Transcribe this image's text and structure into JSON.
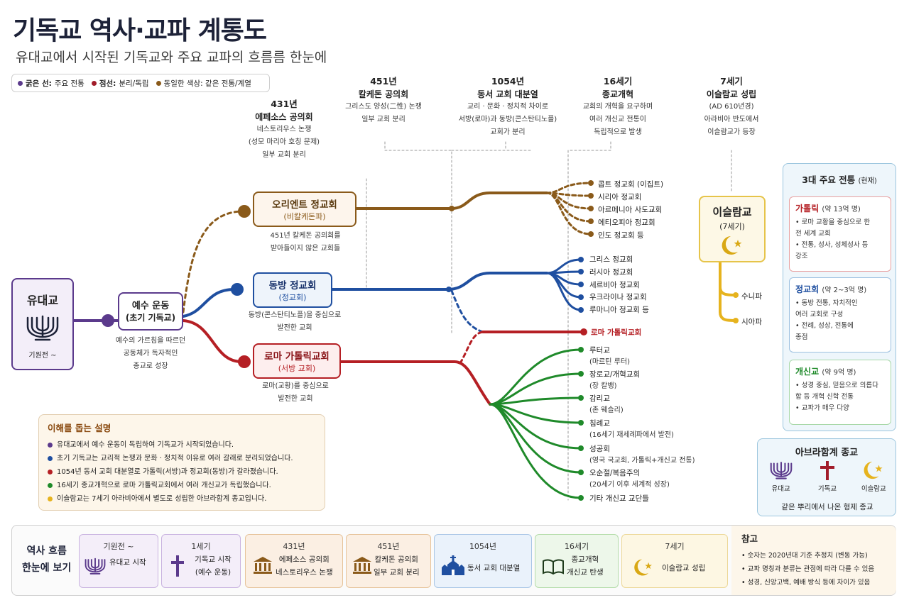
{
  "header": {
    "title": "기독교 역사·교파 계통도",
    "subtitle": "유대교에서 시작된 기독교와 주요 교파의 흐름름 한눈에"
  },
  "legend": [
    {
      "bold": "굵은 선:",
      "text": "주요 전통",
      "color": "#5b3a8c"
    },
    {
      "bold": "점선:",
      "text": "분리/독립",
      "color": "#a11c2a"
    },
    {
      "bold": "",
      "text": "동일한 색상: 같은 전통/계열",
      "color": "#8a5a1a"
    }
  ],
  "events": {
    "e431": {
      "year": "431년",
      "name": "에페소스 공의회",
      "lines": [
        "네스토리우스 논쟁",
        "(성모 마리아 호칭 문제)",
        "일부 교회 분리"
      ]
    },
    "e451": {
      "year": "451년",
      "name": "칼케돈 공의회",
      "lines": [
        "그리스도 양성(二性) 논쟁",
        "일부 교회 분리"
      ]
    },
    "e1054": {
      "year": "1054년",
      "name": "동서 교회 대분열",
      "lines": [
        "교리 · 문화 · 정치적 차이로",
        "서방(로마)과 동방(콘스탄티노플)",
        "교회가 분리"
      ]
    },
    "e16c": {
      "year": "16세기",
      "name": "종교개혁",
      "lines": [
        "교회의 개혁을 요구하며",
        "여러 개신교 전통이",
        "독립적으로 발생"
      ]
    },
    "e7c": {
      "year": "7세기",
      "name": "이슬람교 성립",
      "lines": [
        "(AD 610년경)",
        "아라비아 반도에서",
        "이슬람교가 등장"
      ]
    }
  },
  "nodes": {
    "judaism": {
      "title": "유대교",
      "sub": "기원전 ~"
    },
    "jesus": {
      "title": "예수 운동",
      "sub": "(초기 기독교)",
      "desc": [
        "예수의 가르침을 따르던",
        "공동체가 독자적인",
        "종교로 성장"
      ]
    },
    "oriental": {
      "title": "오리엔트 정교회",
      "sub": "(비칼케돈파)",
      "desc": [
        "451년 칼케돈 공의회를",
        "받아들이지 않은 교회들"
      ]
    },
    "eastern": {
      "title": "동방 정교회",
      "sub": "(정교회)",
      "desc": [
        "동방(콘스탄티노플)을 중심으로",
        "발전한 교회"
      ]
    },
    "catholic": {
      "title": "로마 가톨릭교회",
      "sub": "(서방 교회)",
      "desc": [
        "로마(교황)를 중심으로",
        "발전한 교회"
      ]
    },
    "islam": {
      "title": "이슬람교",
      "sub": "(7세기)"
    }
  },
  "branches": {
    "oriental": [
      "콥트 정교회 (이집트)",
      "시리아 정교회",
      "아르메니아 사도교회",
      "에티오피아 정교회",
      "인도 정교회 등"
    ],
    "eastern": [
      "그리스 정교회",
      "러시아 정교회",
      "세르비아 정교회",
      "우크라이나 정교회",
      "루마니아 정교회 등"
    ],
    "catholic": [
      "로마 가톨릭교회"
    ],
    "protestant": [
      {
        "name": "루터교",
        "sub": "(마르틴 루터)"
      },
      {
        "name": "장로교/개혁교회",
        "sub": "(장 칼뱅)"
      },
      {
        "name": "감리교",
        "sub": "(존 웨슬리)"
      },
      {
        "name": "침례교",
        "sub": "(16세기 재세례파에서 발전)"
      },
      {
        "name": "성공회",
        "sub": "(영국 국교회, 가톨릭+개신교 전통)"
      },
      {
        "name": "오순절/복음주의",
        "sub": "(20세기 이후 세계적 성장)"
      },
      {
        "name": "기타 개신교 교단들",
        "sub": ""
      }
    ],
    "islam": [
      "수니파",
      "시아파"
    ]
  },
  "explain": {
    "heading": "이해를 돕는 설명",
    "lines": [
      {
        "text": "유대교에서 예수 운동이 독립하여 기독교가 시작되었습니다.",
        "color": "#5b3a8c"
      },
      {
        "text": "초기 기독교는 교리적 논쟁과 문화 · 정치적 이유로 여러 갈래로 분리되었습니다.",
        "color": "#1f4fa0"
      },
      {
        "text": "1054년 동서 교회 대분열로 가톨릭(서방)과 정교회(동방)가 갈라졌습니다.",
        "color": "#b51f24"
      },
      {
        "text": "16세기 종교개혁으로 로마 가톨릭교회에서 여러 개신교가 독립했습니다.",
        "color": "#1f8a2a"
      },
      {
        "text": "이슬람교는 7세기 아라비아에서 별도로 성립한 아브라함계 종교입니다.",
        "color": "#e6b31e"
      }
    ]
  },
  "traditions": {
    "title": "3대 주요 전통",
    "title_note": "(현재)",
    "items": [
      {
        "name": "가톨릭",
        "count": "(약 13억 명)",
        "lines": [
          "• 로마 교황을 중심으로 한",
          "  전 세계 교회",
          "• 전통, 성사, 성체성사 등",
          "  강조"
        ],
        "color": "#b51f24",
        "border": "#e8a0a0"
      },
      {
        "name": "정교회",
        "count": "(약 2~3억 명)",
        "lines": [
          "• 동방 전통, 자치적인",
          "  여러 교회로 구성",
          "• 전례, 성상, 전통에",
          "  종점"
        ],
        "color": "#1f4fa0",
        "border": "#9cc0e0"
      },
      {
        "name": "개신교",
        "count": "(약 9억 명)",
        "lines": [
          "• 성경 중심, 믿음으로 의롭다",
          "  함 등 개혁 신학 전통",
          "• 교파가 매우 다양"
        ],
        "color": "#1f8a2a",
        "border": "#a8d8a8"
      }
    ]
  },
  "abrahamic": {
    "title": "아브라함계 종교",
    "items": [
      "유대교",
      "기독교",
      "이슬람교"
    ],
    "footer": "같은 뿌리에서 나온 형제 종교"
  },
  "timeline": {
    "label": [
      "역사 흐름",
      "한눈에 보기"
    ],
    "cards": [
      {
        "year": "기원전 ~",
        "lines": [
          "유대교 시작"
        ],
        "icon": "menorah-icon",
        "bg": "#f4eef9",
        "border": "#c9b3e0"
      },
      {
        "year": "1세기",
        "lines": [
          "기독교 시작",
          "(예수 운동)"
        ],
        "icon": "cross-icon",
        "bg": "#f4eef9",
        "border": "#c9b3e0"
      },
      {
        "year": "431년",
        "lines": [
          "에페소스 공의회",
          "네스토리우스 논쟁"
        ],
        "icon": "temple-icon",
        "bg": "#fbefe3",
        "border": "#e6c39a"
      },
      {
        "year": "451년",
        "lines": [
          "칼케돈 공의회",
          "일부 교회 분리"
        ],
        "icon": "temple-icon",
        "bg": "#fbefe3",
        "border": "#e6c39a"
      },
      {
        "year": "1054년",
        "lines": [
          "동서 교회 대분열"
        ],
        "icon": "church-icon",
        "bg": "#eaf2fb",
        "border": "#a9c6e6"
      },
      {
        "year": "16세기",
        "lines": [
          "종교개혁",
          "개신교 탄생"
        ],
        "icon": "book-icon",
        "bg": "#edf7ea",
        "border": "#b4dcaa"
      },
      {
        "year": "7세기",
        "lines": [
          "이슬람교 성립"
        ],
        "icon": "crescent-icon",
        "bg": "#fdf7e3",
        "border": "#ecd898"
      }
    ]
  },
  "reference": {
    "title": "참고",
    "lines": [
      "• 숫자는 2020년대 기준 추정치 (변동 가능)",
      "• 교파 명칭과 분류는 관점에 따라 다를 수 있음",
      "• 성경, 신앙고백, 예배 방식 등에 차이가 있음"
    ]
  },
  "colors": {
    "purple": "#5b3a8c",
    "brown": "#8a5a1a",
    "blue": "#1f4fa0",
    "red": "#b51f24",
    "green": "#1f8a2a",
    "gold": "#e6b31e",
    "title": "#1d2238"
  }
}
